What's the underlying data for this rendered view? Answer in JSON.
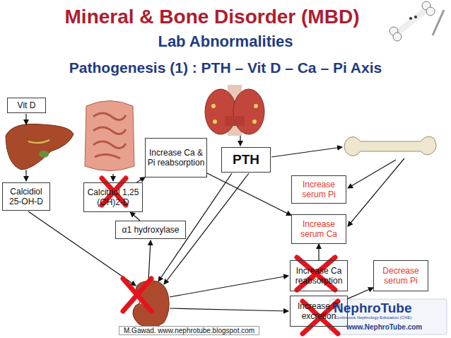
{
  "diagram": {
    "title": "Mineral & Bone Disorder (MBD)",
    "caption": "M.Gawad. www.nephrotube.blogspot.com",
    "nodes": [
      {
        "text": [
          "Vit D"
        ]
      },
      {
        "text": [
          "Increase Ca & Pi reabsorption"
        ]
      },
      {
        "text": [
          "PTH"
        ]
      },
      {
        "text": [
          "Calcidiol 25-OH-D"
        ]
      },
      {
        "text": [
          "Calcitriol 1,25 (OH)2-D"
        ]
      },
      {
        "text": [
          "Increase serum Pi"
        ]
      },
      {
        "text": [
          "Increase serum Ca"
        ]
      },
      {
        "text": [
          "α1 hydroxylase"
        ]
      },
      {
        "text": [
          "Increase Ca reabsorption"
        ]
      },
      {
        "text": [
          "Decrease serum Pi"
        ]
      },
      {
        "text": [
          "Increase Pi excretion"
        ]
      }
    ],
    "edges": [
      {
        "from": 4,
        "to": 1,
        "arrow": "to"
      },
      {
        "from": 1,
        "to": 6,
        "arrow": "to"
      },
      {
        "from": 7,
        "to": 4,
        "arrow": "to"
      },
      {
        "from": 8,
        "to": 6,
        "arrow": "to"
      },
      {
        "from": 10,
        "to": 9,
        "arrow": "to"
      }
    ],
    "labels": [
      "Lab Abnormalities",
      "Pathogenesis (1) : PTH – Vit D – Ca – Pi Axis",
      "NephroTube",
      "Continuous Nephrology Education (CNE)",
      "www.NephroTube.com"
    ]
  }
}
